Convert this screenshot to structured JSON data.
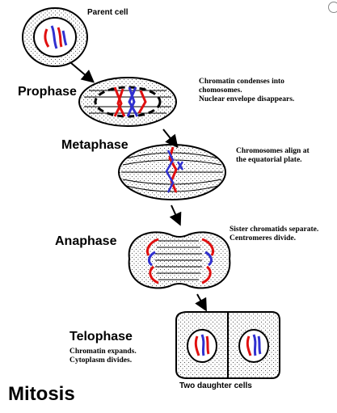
{
  "title": "Mitosis",
  "parent_label": "Parent cell",
  "daughter_label": "Two daughter cells",
  "stages": [
    {
      "name": "Prophase",
      "note": "Chromatin condenses into\nchomosomes.\nNuclear envelope disappears."
    },
    {
      "name": "Metaphase",
      "note": "Chromosomes align at\nthe equatorial plate."
    },
    {
      "name": "Anaphase",
      "note": "Sister chromatids separate.\nCentromeres divide."
    },
    {
      "name": "Telophase",
      "note": "Chromatin expands.\nCytoplasm divides."
    }
  ],
  "colors": {
    "chromosome_red": "#e01010",
    "chromosome_blue": "#3030d0",
    "stipple": "#555555",
    "outline": "#000000"
  }
}
